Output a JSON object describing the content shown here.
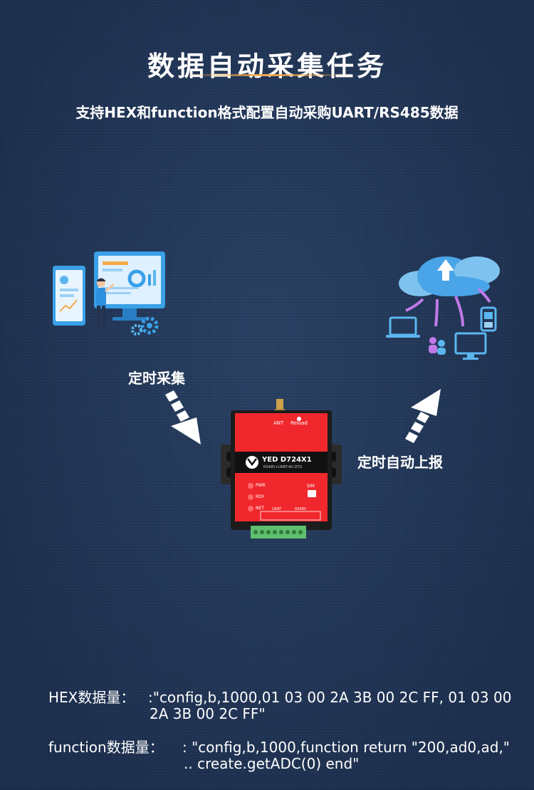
{
  "header": {
    "title": "数据自动采集任务",
    "subtitle": "支持HEX和function格式配置自动采购UART/RS485数据"
  },
  "flow": {
    "collect_label": "定时采集",
    "report_label": "定时自动上报"
  },
  "device": {
    "brand": "YED D724X1",
    "model": "RS485+UART-4G DTU",
    "ant": "ANT",
    "reload": "Reload",
    "pwr": "PWR",
    "rdy": "RDY",
    "net": "NET",
    "sim": "SIM",
    "uart": "UART",
    "rs485": "RS485"
  },
  "data_examples": {
    "hex_label": "HEX数据量：",
    "hex_value_line1": ":\"config,b,1000,01 03 00 2A 3B 00 2C FF,  01 03 00",
    "hex_value_line2": "2A 3B 00 2C FF\"",
    "function_label": "function数据量：",
    "function_value_line1": ": \"config,b,1000,function return \"200,ad0,ad,\"",
    "function_value_line2": ".. create.getADC(0) end\""
  }
}
